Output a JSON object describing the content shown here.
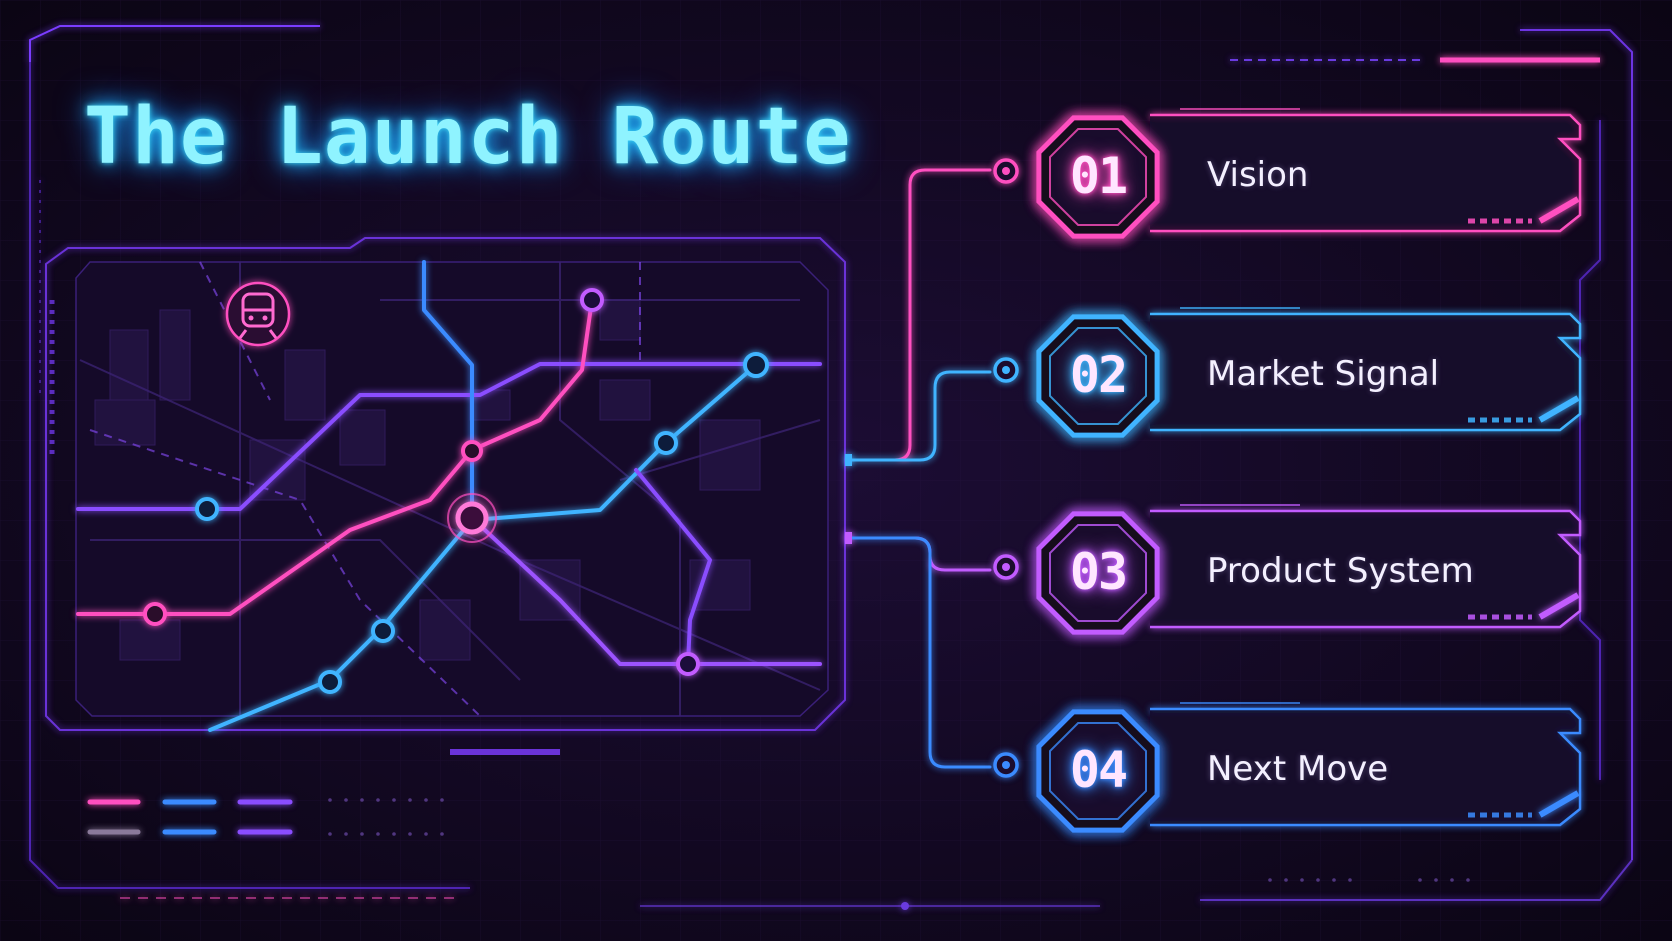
{
  "title": "The Launch Route",
  "steps": [
    {
      "number": "01",
      "label": "Vision",
      "color": "#ff4fc0"
    },
    {
      "number": "02",
      "label": "Market Signal",
      "color": "#3fb4ff"
    },
    {
      "number": "03",
      "label": "Product System",
      "color": "#c25bff"
    },
    {
      "number": "04",
      "label": "Next Move",
      "color": "#3b8bff"
    }
  ],
  "icons": {
    "map_badge": "train-icon"
  },
  "palette": {
    "background": "#0d0618",
    "title_glow": "#3fe0ff",
    "pink": "#ff4fc0",
    "blue": "#3fb4ff",
    "violet": "#8a4dff",
    "cyan": "#63d8ff"
  }
}
